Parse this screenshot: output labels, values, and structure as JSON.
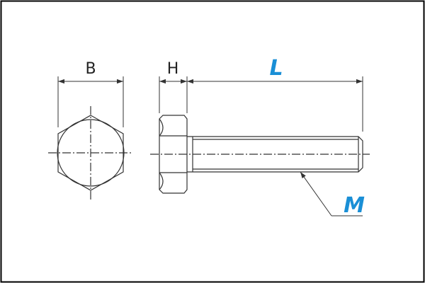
{
  "labels": {
    "width_across_flats": "B",
    "head_height": "H",
    "length": "L",
    "thread_size": "M"
  },
  "colors": {
    "outline": "#333333",
    "accent": "#1a8fd6",
    "frame": "#000000",
    "background": "#ffffff"
  }
}
